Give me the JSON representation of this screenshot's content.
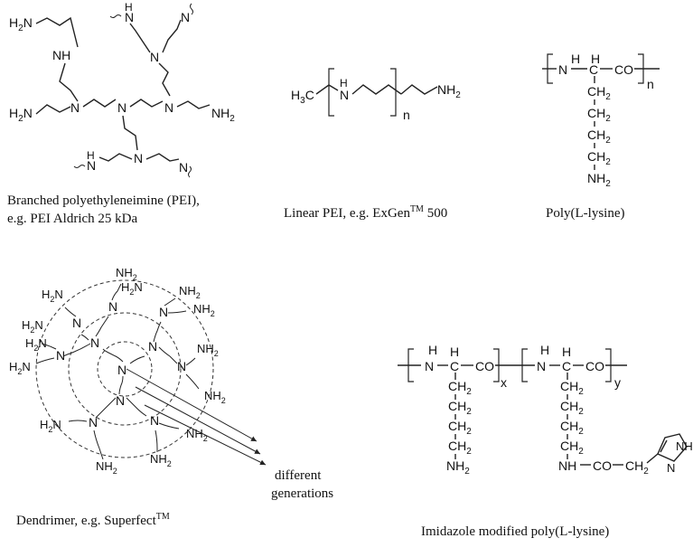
{
  "captions": {
    "branched_line1": "Branched polyethyleneimine (PEI),",
    "branched_line2": "e.g. PEI Aldrich 25 kDa",
    "linear": "Linear PEI, e.g. ExGen",
    "linear_tm": "TM",
    "linear_num": " 500",
    "polylysine": "Poly(L-lysine)",
    "dendrimer": "Dendrimer, e.g. Superfect",
    "dendrimer_tm": "TM",
    "imidazole": "Imidazole modified poly(L-lysine)",
    "generations_line1": "different",
    "generations_line2": "generations"
  },
  "atoms": {
    "n": "N",
    "nh": "NH",
    "h": "H",
    "c": "C",
    "co": "CO",
    "ch2": "CH",
    "nh2": "NH",
    "h2n": "H",
    "h3c": "H",
    "sub2": "2",
    "sub3": "3",
    "h2n_tail": "N"
  },
  "subscripts": {
    "n": "n",
    "x": "x",
    "y": "y"
  }
}
